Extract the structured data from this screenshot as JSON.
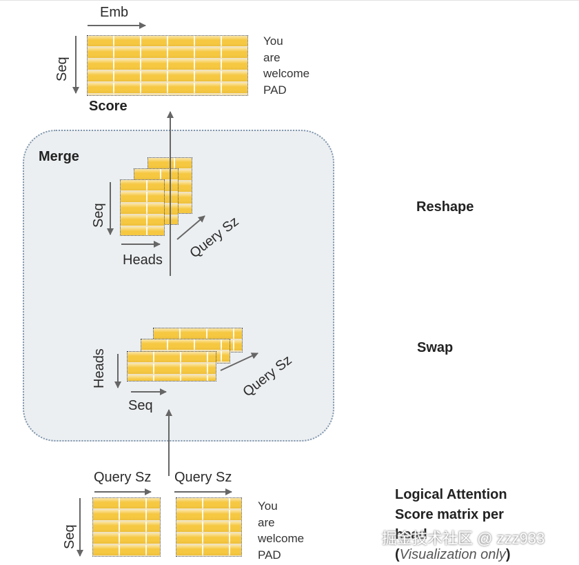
{
  "score_block": {
    "col_axis": "Emb",
    "row_axis": "Seq",
    "tokens": [
      "You",
      "are",
      "welcome",
      "PAD"
    ],
    "title": "Score"
  },
  "merge_block": {
    "title": "Merge",
    "reshape": {
      "label": "Reshape",
      "row_axis": "Seq",
      "col_axis": "Heads",
      "depth_axis": "Query Sz"
    },
    "swap": {
      "label": "Swap",
      "row_axis": "Heads",
      "col_axis": "Seq",
      "depth_axis": "Query Sz"
    }
  },
  "logical_block": {
    "col_axis_1": "Query Sz",
    "col_axis_2": "Query Sz",
    "row_axis": "Seq",
    "tokens": [
      "You",
      "are",
      "welcome",
      "PAD"
    ],
    "title_line1": "Logical Attention",
    "title_line2": "Score matrix per",
    "title_line3": "head",
    "note_open": "(",
    "note": "Visualization only",
    "note_close": ")"
  },
  "watermark": "掘金技术社区 @ zzz933",
  "colors": {
    "cell": "#f6c842",
    "merge_bg": "#eceff1",
    "merge_border": "#7f95ad",
    "arrow": "#666666"
  }
}
